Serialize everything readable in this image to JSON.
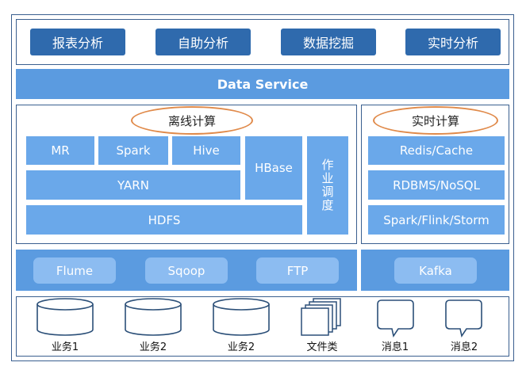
{
  "top_buttons": [
    "报表分析",
    "自助分析",
    "数据挖掘",
    "实时分析"
  ],
  "data_service": "Data Service",
  "offline": {
    "title": "离线计算",
    "mr": "MR",
    "spark": "Spark",
    "hive": "Hive",
    "hbase": "HBase",
    "scheduler": "作业调度",
    "yarn": "YARN",
    "hdfs": "HDFS"
  },
  "realtime": {
    "title": "实时计算",
    "items": [
      "Redis/Cache",
      "RDBMS/NoSQL",
      "Spark/Flink/Storm"
    ]
  },
  "ingestion": [
    "Flume",
    "Sqoop",
    "FTP"
  ],
  "ingestion_rt": "Kafka",
  "sources": [
    "业务1",
    "业务2",
    "业务2",
    "文件类",
    "消息1",
    "消息2"
  ],
  "colors": {
    "dark_blue": "#2f6aad",
    "mid_blue": "#5b9be0",
    "cell_blue": "#6aa8ea",
    "oval": "#e08a4a"
  }
}
